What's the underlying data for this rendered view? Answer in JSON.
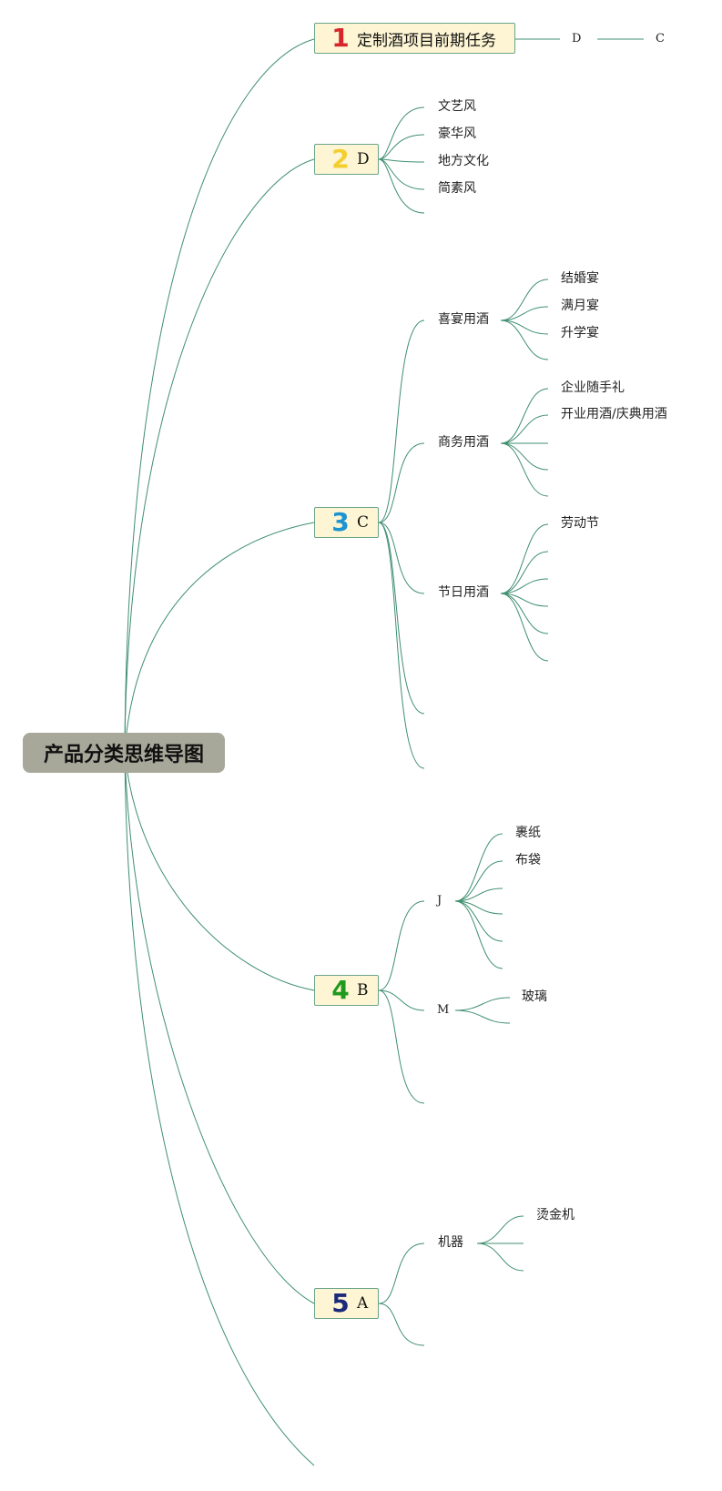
{
  "root": {
    "label": "产品分类思维导图"
  },
  "topics": [
    {
      "badge": "1",
      "badge_color": "#d7262b",
      "label": "定制酒项目前期任务"
    },
    {
      "badge": "2",
      "badge_color": "#f2cf2e",
      "label": "D"
    },
    {
      "badge": "3",
      "badge_color": "#1d94d2",
      "label": "C"
    },
    {
      "badge": "4",
      "badge_color": "#1f9a1f",
      "label": "B"
    },
    {
      "badge": "5",
      "badge_color": "#1b2a7a",
      "label": "A"
    }
  ],
  "topic1_children": {
    "d": "D",
    "c": "C"
  },
  "topic2_children": [
    "文艺风",
    "豪华风",
    "地方文化",
    "简素风"
  ],
  "topic3": {
    "xiyan": {
      "label": "喜宴用酒",
      "items": [
        "结婚宴",
        "满月宴",
        "升学宴"
      ]
    },
    "shangwu": {
      "label": "商务用酒",
      "items": [
        "企业随手礼",
        "开业用酒/庆典用酒"
      ]
    },
    "jieri": {
      "label": "节日用酒",
      "items": [
        "劳动节"
      ]
    }
  },
  "topic4": {
    "j": {
      "label": "J",
      "items": [
        "裹纸",
        "布袋"
      ]
    },
    "m": {
      "label": "M",
      "items": [
        "玻璃"
      ]
    }
  },
  "topic5": {
    "jiqi": {
      "label": "机器",
      "items": [
        "烫金机"
      ]
    }
  },
  "colors": {
    "edge": "#3f8f70",
    "topic_fill": "#fdf5d3",
    "root_fill": "#a8a89a"
  }
}
